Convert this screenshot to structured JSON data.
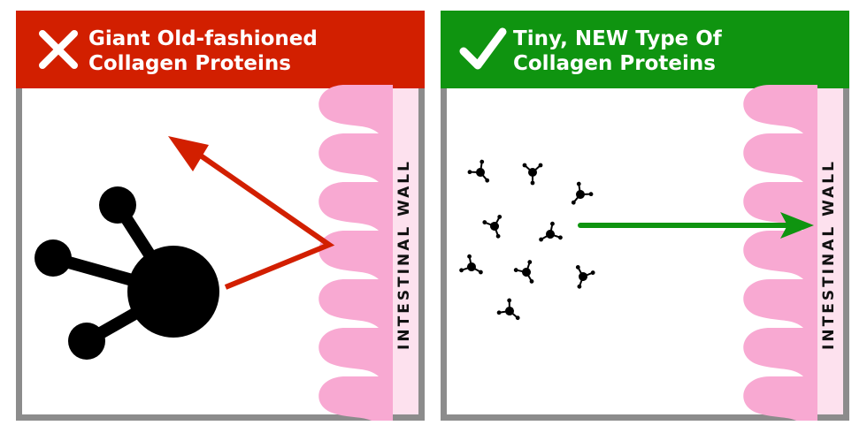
{
  "left_panel": {
    "title_line1": "Giant Old-fashioned",
    "title_line2": "Collagen Proteins",
    "icon": "cross-icon",
    "wall_label": "INTESTINAL WALL"
  },
  "right_panel": {
    "title_line1": "Tiny, NEW Type Of",
    "title_line2": "Collagen Proteins",
    "icon": "checkmark-icon",
    "wall_label": "INTESTINAL WALL"
  },
  "colors": {
    "bad": "#d21f00",
    "good": "#0f9410",
    "wall_pink": "#f8a9d2",
    "wall_light": "#fde1ee",
    "frame_gray": "#8c8c8c",
    "molecule": "#000000"
  }
}
